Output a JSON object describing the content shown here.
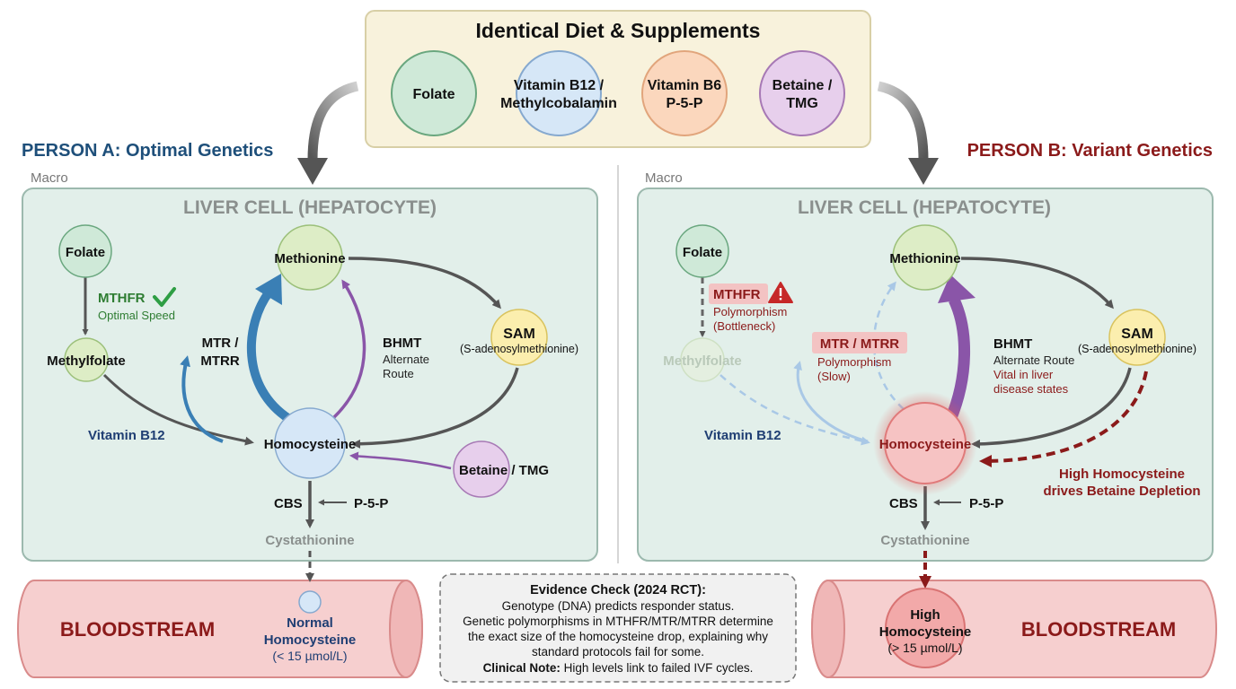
{
  "header": {
    "title": "Identical Diet & Supplements",
    "supplements": [
      {
        "lines": [
          "Folate"
        ],
        "fill": "#cfe9d8",
        "stroke": "#6aa77f"
      },
      {
        "lines": [
          "Vitamin B12 /",
          "Methylcobalamin"
        ],
        "fill": "#d6e7f7",
        "stroke": "#86a9cf"
      },
      {
        "lines": [
          "Vitamin B6",
          "P-5-P"
        ],
        "fill": "#fbd7bd",
        "stroke": "#e1a57c"
      },
      {
        "lines": [
          "Betaine /",
          "TMG"
        ],
        "fill": "#e7cfec",
        "stroke": "#a779b5"
      }
    ]
  },
  "person_a": {
    "heading": "PERSON A: Optimal Genetics",
    "heading_color": "#1e4f7a",
    "tag": "Macro",
    "cell_title": "LIVER CELL (HEPATOCYTE)",
    "folate": "Folate",
    "mthfr": "MTHFR",
    "mthfr_note": "Optimal Speed",
    "methylfolate": "Methylfolate",
    "vitamin_b12": "Vitamin B12",
    "mtr": [
      "MTR /",
      "MTRR"
    ],
    "methionine": "Methionine",
    "bhmt": "BHMT",
    "bhmt_note": [
      "Alternate",
      "Route"
    ],
    "sam": "SAM",
    "sam_full": "(S-adenosylmethionine)",
    "homocysteine": "Homocysteine",
    "betaine": "Betaine / TMG",
    "cbs": "CBS",
    "p5p": "P-5-P",
    "cystathionine": "Cystathionine",
    "bloodstream": "BLOODSTREAM",
    "blood_status": [
      "Normal",
      "Homocysteine"
    ],
    "blood_range": "(< 15 µmol/L)"
  },
  "person_b": {
    "heading": "PERSON B: Variant Genetics",
    "heading_color": "#8b1a1a",
    "tag": "Macro",
    "cell_title": "LIVER CELL (HEPATOCYTE)",
    "folate": "Folate",
    "mthfr": "MTHFR",
    "mthfr_note": [
      "Polymorphism",
      "(Bottleneck)"
    ],
    "methylfolate": "Methylfolate",
    "vitamin_b12": "Vitamin B12",
    "mtr": "MTR / MTRR",
    "mtr_note": [
      "Polymorphism",
      "(Slow)"
    ],
    "methionine": "Methionine",
    "bhmt": "BHMT",
    "bhmt_note": "Alternate Route",
    "bhmt_note2": [
      "Vital in liver",
      "disease states"
    ],
    "sam": "SAM",
    "sam_full": "(S-adenosylmethionine)",
    "homocysteine": "Homocysteine",
    "depletion": [
      "High Homocysteine",
      "drives Betaine Depletion"
    ],
    "cbs": "CBS",
    "p5p": "P-5-P",
    "cystathionine": "Cystathionine",
    "bloodstream": "BLOODSTREAM",
    "blood_status": [
      "High",
      "Homocysteine"
    ],
    "blood_range": "(> 15 µmol/L)"
  },
  "evidence": {
    "title": "Evidence Check (2024 RCT):",
    "lines": [
      "Genotype (DNA) predicts responder status.",
      "Genetic polymorphisms in MTHFR/MTR/MTRR determine",
      "the exact size of the homocysteine drop, explaining why",
      "standard protocols fail for some."
    ],
    "note_label": "Clinical Note:",
    "note_text": " High levels link to failed IVF cycles."
  },
  "colors": {
    "cell_fill": "#e2efea",
    "cell_stroke": "#9cb9ae",
    "blue_arrow": "#3a7fb5",
    "purple_arrow": "#8a55a8",
    "dark_red": "#8b1a1a",
    "blood_fill": "#f6cfcf",
    "blood_stroke": "#d98b8b"
  }
}
